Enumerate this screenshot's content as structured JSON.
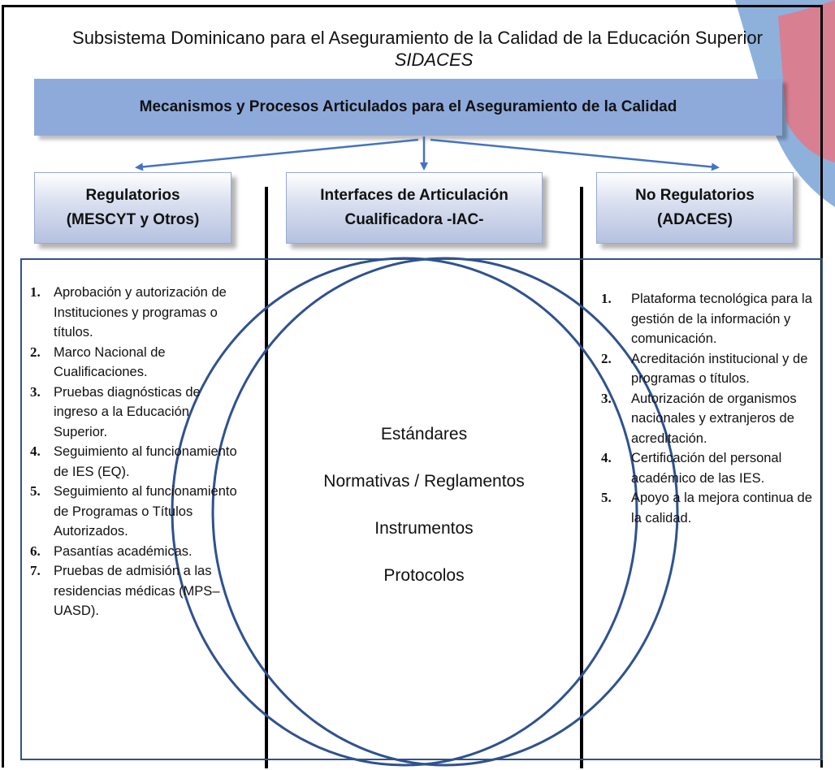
{
  "title": {
    "line1": "Subsistema Dominicano para el Aseguramiento de la Calidad de la Educación Superior",
    "line2": "SIDACES"
  },
  "banner": "Mecanismos y Procesos Articulados para el Aseguramiento de la Calidad",
  "boxes": {
    "regulatorios": {
      "line1": "Regulatorios",
      "line2": "(MESCYT y Otros)"
    },
    "interfaces": {
      "line1": "Interfaces de Articulación",
      "line2": "Cualificadora -IAC-"
    },
    "no_regulatorios": {
      "line1": "No Regulatorios",
      "line2": "(ADACES)"
    }
  },
  "left_list": [
    {
      "num": "1.",
      "text": "Aprobación y autorización de Instituciones y programas o títulos."
    },
    {
      "num": "2.",
      "text": "Marco Nacional de Cualificaciones."
    },
    {
      "num": "3.",
      "text": "Pruebas diagnósticas de ingreso a la Educación Superior."
    },
    {
      "num": "4.",
      "text": "Seguimiento al funcionamiento de IES (EQ)."
    },
    {
      "num": "5.",
      "text": "Seguimiento al funcionamiento de Programas o Títulos Autorizados."
    },
    {
      "num": "6.",
      "text": "Pasantías académicas."
    },
    {
      "num": "7.",
      "text": "Pruebas de admisión a las residencias médicas (MPS– UASD)."
    }
  ],
  "center_terms": [
    "Estándares",
    "Normativas / Reglamentos",
    "Instrumentos",
    "Protocolos"
  ],
  "right_list": [
    {
      "num": "1.",
      "text": "Plataforma tecnológica para la gestión de la información y comunicación."
    },
    {
      "num": "2.",
      "text": "Acreditación institucional y de programas o títulos."
    },
    {
      "num": "3.",
      "text": "Autorización de organismos nacionales y extranjeros de acreditación."
    },
    {
      "num": "4.",
      "text": "Certificación del personal académico de las IES."
    },
    {
      "num": "5.",
      "text": "Apoyo a la mejora continua de la calidad."
    }
  ],
  "colors": {
    "banner": "#8eaadb",
    "arrow": "#4472c4",
    "venn_stroke": "#2f528f",
    "deco_blue": "#7aa3d6",
    "deco_red": "#e07a8a"
  }
}
